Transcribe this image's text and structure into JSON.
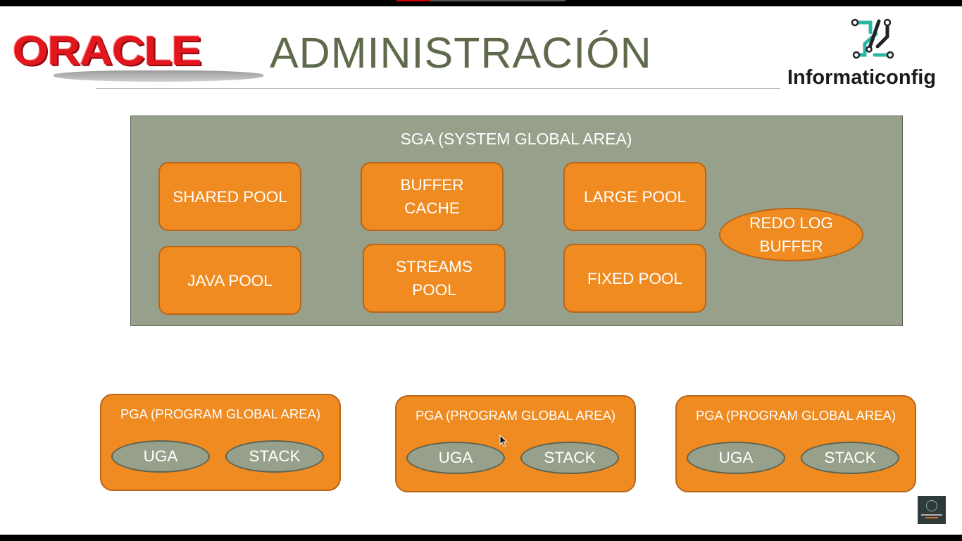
{
  "header": {
    "brand": "ORACLE",
    "title": "ADMINISTRACIÓN",
    "partner_logo": "Informaticonfig"
  },
  "sga": {
    "title": "SGA (SYSTEM GLOBAL AREA)",
    "pools": {
      "shared": "SHARED POOL",
      "buffer": "BUFFER\nCACHE",
      "large": "LARGE POOL",
      "java": "JAVA POOL",
      "streams": "STREAMS\nPOOL",
      "fixed": "FIXED POOL",
      "redo": "REDO LOG\nBUFFER"
    }
  },
  "pgas": [
    {
      "title": "PGA (PROGRAM GLOBAL AREA)",
      "uga": "UGA",
      "stack": "STACK"
    },
    {
      "title": "PGA (PROGRAM GLOBAL AREA)",
      "uga": "UGA",
      "stack": "STACK"
    },
    {
      "title": "PGA (PROGRAM GLOBAL AREA)",
      "uga": "UGA",
      "stack": "STACK"
    }
  ],
  "colors": {
    "pool_fill": "#ef8b20",
    "sga_fill": "#97a08a",
    "oracle_red": "#e2161d",
    "title_text": "#5f6a4c"
  },
  "icons": [
    "informaticonfig-logo-icon",
    "mouse-cursor-icon",
    "channel-badge-icon"
  ]
}
